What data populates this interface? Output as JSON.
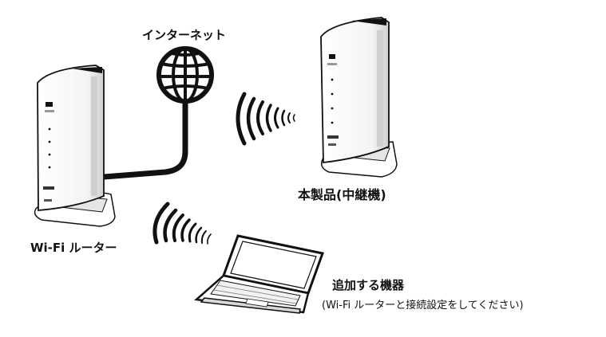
{
  "labels": {
    "internet": "インターネット",
    "extender": "本製品(中継機)",
    "router": "Wi-Fi ルーター",
    "device": "追加する機器",
    "device_note": "(Wi-Fi ルーターと接続設定をしてください)"
  },
  "colors": {
    "line": "#111111",
    "device_body": "#ffffff",
    "shade": "#d9d9d9"
  }
}
